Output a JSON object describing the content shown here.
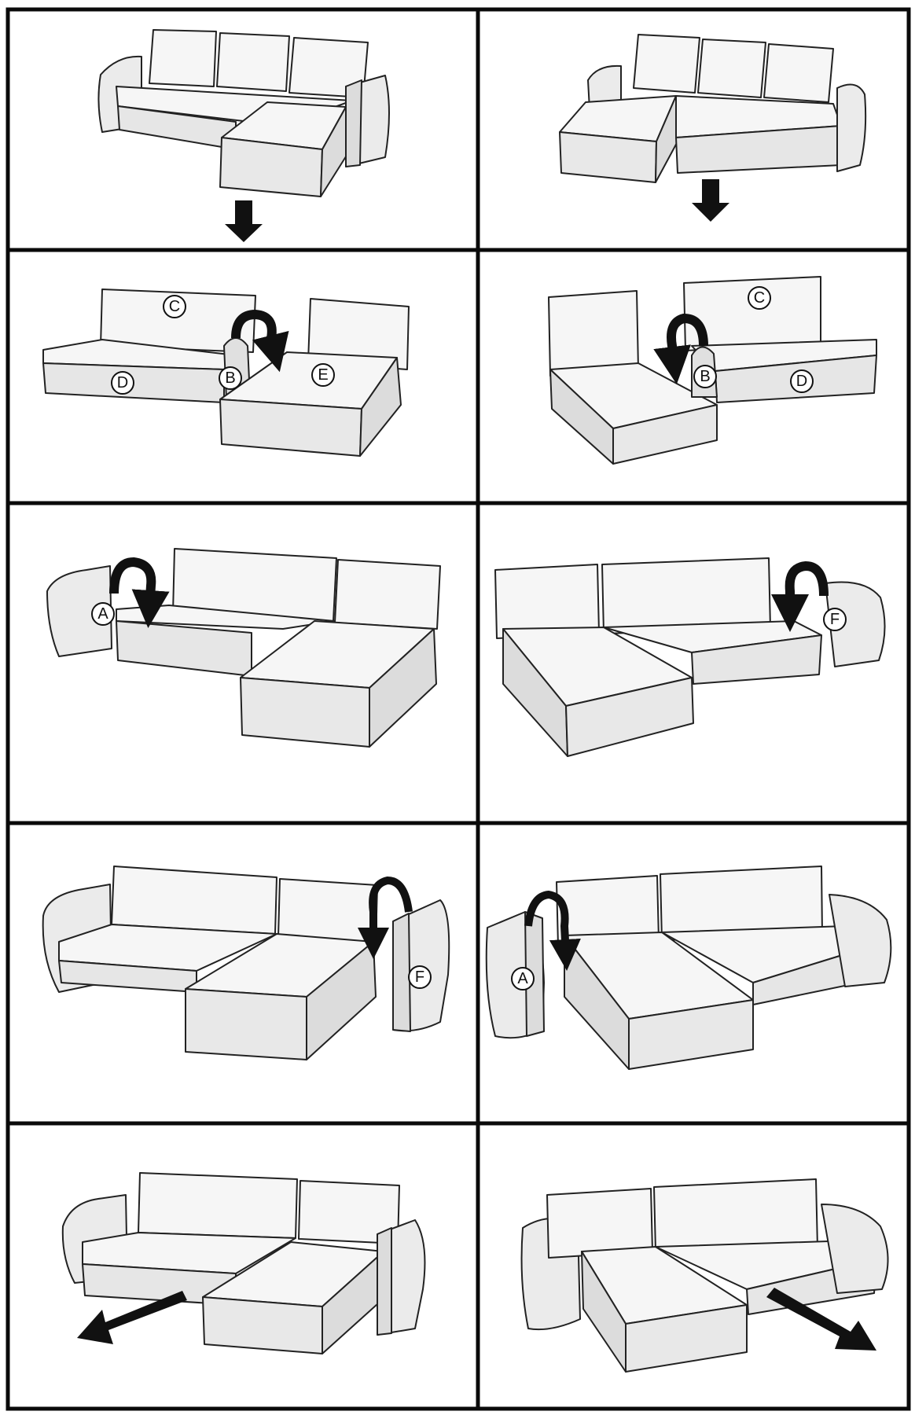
{
  "labels": {
    "a": "A",
    "b": "B",
    "c": "C",
    "d": "D",
    "e": "E",
    "f": "F"
  },
  "colors": {
    "border": "#0a0a0a",
    "fill": "#f6f6f6",
    "shade": "#dcdcdc",
    "arrow": "#111111"
  },
  "panels": [
    {
      "id": "r1-left",
      "step": "corner sofa, chaise on the right"
    },
    {
      "id": "r1-right",
      "step": "corner sofa, chaise on the left"
    },
    {
      "id": "r2-left",
      "step": "separate seat and chaise, move piece B"
    },
    {
      "id": "r2-right",
      "step": "separate seat and chaise, move piece B"
    },
    {
      "id": "r3-left",
      "step": "remove armrest A"
    },
    {
      "id": "r3-right",
      "step": "remove armrest F"
    },
    {
      "id": "r4-left",
      "step": "attach armrest F"
    },
    {
      "id": "r4-right",
      "step": "attach armrest A"
    },
    {
      "id": "r5-left",
      "step": "pull out to sleep position"
    },
    {
      "id": "r5-right",
      "step": "pull out to sleep position"
    }
  ]
}
